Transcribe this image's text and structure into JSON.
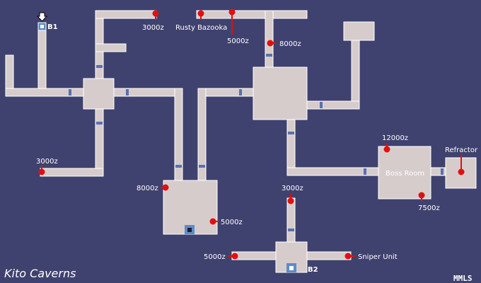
{
  "map": {
    "title": "Kito Caverns",
    "brand": "MMLS",
    "colors": {
      "background": "#3f416e",
      "floor": "#d7cccc",
      "outline": "#ffffff",
      "door": "#5a6fb0",
      "marker": "#e01010",
      "exit": "#5c8cc8"
    },
    "floors": {
      "b1": "B1",
      "b2": "B2"
    },
    "labels": {
      "z3000_top": "3000z",
      "rusty_bazooka": "Rusty Bazooka",
      "z5000_top": "5000z",
      "z8000_right": "8000z",
      "z3000_left": "3000z",
      "z12000": "12000z",
      "refractor": "Refractor",
      "boss_room": "Boss Room",
      "z7500": "7500z",
      "z8000_left": "8000z",
      "z5000_mid": "5000z",
      "z3000_mid": "3000z",
      "z5000_bottom": "5000z",
      "sniper_unit": "Sniper Unit"
    },
    "icons": {
      "entry_arrow": "down-arrow-icon",
      "exit_b1": "exit-square-icon",
      "exit_b2": "exit-square-icon",
      "lift": "lift-square-icon",
      "treasure": "red-dot-marker-icon"
    }
  }
}
